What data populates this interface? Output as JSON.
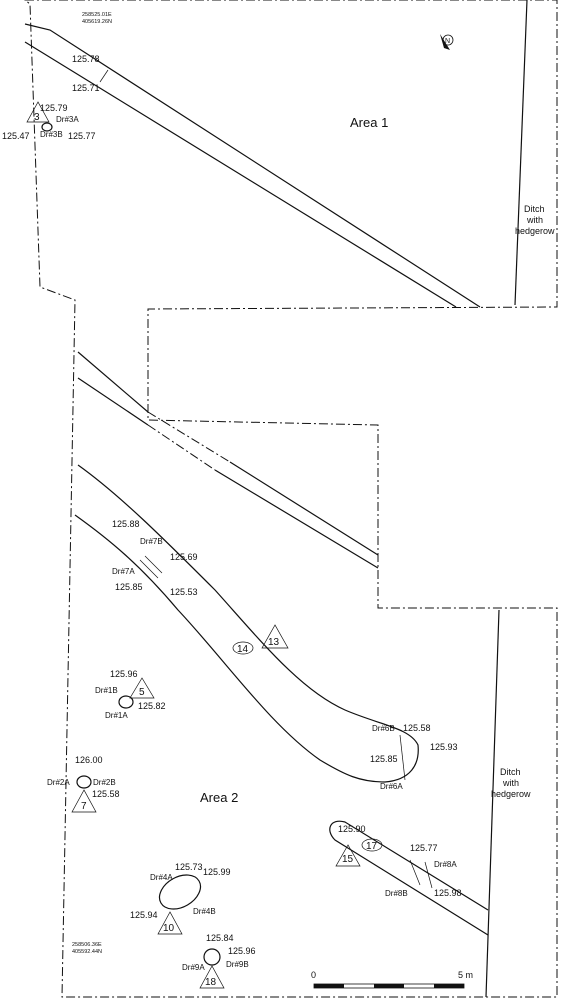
{
  "areas": {
    "area1": "Area 1",
    "area2": "Area 2"
  },
  "ditch_label": [
    "Ditch",
    "with",
    "hedgerow"
  ],
  "coords": {
    "top": [
      "258525.01E",
      "405619.26N"
    ],
    "bottom": [
      "258506.36E",
      "405592.44N"
    ]
  },
  "north_arrow": "N",
  "scale": {
    "start": "0",
    "end": "5 m"
  },
  "levels": {
    "l1": "125.78",
    "l2": "125.71",
    "l3": "125.79",
    "l4": "125.47",
    "l5": "125.77",
    "l6": "125.88",
    "l7": "125.69",
    "l8": "125.85",
    "l9": "125.53",
    "l10": "125.96",
    "l11": "125.82",
    "l12": "126.00",
    "l13": "125.58",
    "l14": "125.58",
    "l15": "125.85",
    "l16": "125.93",
    "l17": "125.90",
    "l18": "125.77",
    "l19": "125.98",
    "l20": "125.73",
    "l21": "125.99",
    "l22": "125.94",
    "l23": "125.84",
    "l24": "125.96"
  },
  "drawings": {
    "d3a": "Dr#3A",
    "d3b": "Dr#3B",
    "d7b": "Dr#7B",
    "d7a": "Dr#7A",
    "d1b": "Dr#1B",
    "d1a": "Dr#1A",
    "d2a": "Dr#2A",
    "d2b": "Dr#2B",
    "d6b": "Dr#6B",
    "d6a": "Dr#6A",
    "d8a": "Dr#8A",
    "d8b": "Dr#8B",
    "d4a": "Dr#4A",
    "d4b": "Dr#4B",
    "d9a": "Dr#9A",
    "d9b": "Dr#9B"
  },
  "sample_triangles": {
    "t3": "3",
    "t13": "13",
    "t5": "5",
    "t7": "7",
    "t15": "15",
    "t10": "10",
    "t18": "18"
  },
  "context_ovals": {
    "c14": "14",
    "c17": "17"
  }
}
